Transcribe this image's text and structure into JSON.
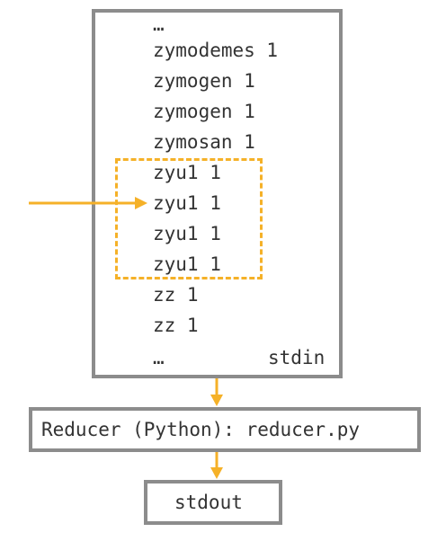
{
  "stdin": {
    "lines": [
      "…",
      "zymodemes 1",
      "zymogen 1",
      "zymogen 1",
      "zymosan 1",
      "zyu1 1",
      "zyu1 1",
      "zyu1 1",
      "zyu1 1",
      "zz 1",
      "zz 1",
      "…"
    ],
    "label": "stdin"
  },
  "reducer": {
    "label": "Reducer (Python): reducer.py"
  },
  "stdout": {
    "label": "stdout"
  },
  "colors": {
    "accent": "#f5b128",
    "border": "#8c8c8c",
    "text": "#333333"
  }
}
